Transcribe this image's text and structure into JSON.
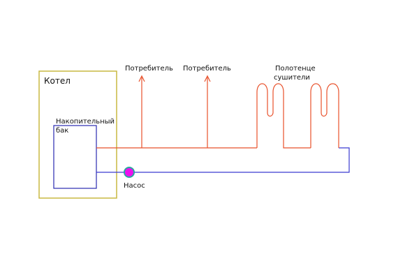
{
  "labels": {
    "boiler": "Котел",
    "tank_line1": "Накопительный",
    "tank_line2": "бак",
    "consumer_1": "Потребитель",
    "consumer_2": "Потребитель",
    "towel_line1": "Полотенце",
    "towel_line2": "сушители",
    "pump": "Насос"
  },
  "colors": {
    "boiler_outline": "#c8b840",
    "tank_outline": "#2a2ab0",
    "supply_pipe": "#e8502a",
    "return_pipe": "#3a3ad0",
    "pump_fill": "#ee10ee",
    "pump_ring": "#2aa8a0",
    "text": "#111111"
  }
}
